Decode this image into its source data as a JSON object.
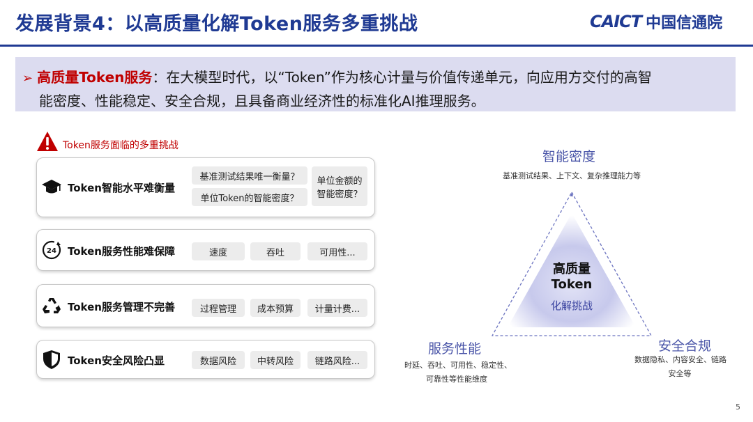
{
  "header": {
    "title": "发展背景4：以高质量化解Token服务多重挑战",
    "logo_en": "CAICT",
    "logo_cn": "中国信通院"
  },
  "definition": {
    "term": "高质量Token服务",
    "line1_rest": "：在大模型时代，以“Token”作为核心计量与价值传递单元，向应用方交付的高智",
    "line2": "能密度、性能稳定、安全合规，且具备商业经济性的标准化AI推理服务。"
  },
  "challenges": {
    "heading": "Token服务面临的多重挑战",
    "cards": [
      {
        "icon": "graduation-cap-icon",
        "title": "Token智能水平难衡量",
        "tags": [
          "基准测试结果唯一衡量？",
          "单位Token的智能密度？"
        ],
        "side_tag_line1": "单位金额的",
        "side_tag_line2": "智能密度？"
      },
      {
        "icon": "clock-24-icon",
        "title": "Token服务性能难保障",
        "tags": [
          "速度",
          "吞吐",
          "可用性..."
        ]
      },
      {
        "icon": "recycle-icon",
        "title": "Token服务管理不完善",
        "tags": [
          "过程管理",
          "成本预算",
          "计量计费..."
        ]
      },
      {
        "icon": "shield-icon",
        "title": "Token安全风险凸显",
        "tags": [
          "数据风险",
          "中转风险",
          "链路风险..."
        ]
      }
    ]
  },
  "triangle": {
    "top_title": "智能密度",
    "top_desc": "基准测试结果、上下文、复杂推理能力等",
    "left_title": "服务性能",
    "left_desc_1": "时延、吞吐、可用性、稳定性、",
    "left_desc_2": "可靠性等性能维度",
    "right_title": "安全合规",
    "right_desc_1": "数据隐私、内容安全、链路",
    "right_desc_2": "安全等",
    "center_line1": "高质量",
    "center_line2": "Token",
    "center_sub": "化解挑战"
  },
  "page_number": "5",
  "colors": {
    "brand_blue": "#1f3a93",
    "accent_red": "#c00000",
    "box_lavender": "#dcdcf0",
    "triangle_purple": "#4a55a8"
  }
}
